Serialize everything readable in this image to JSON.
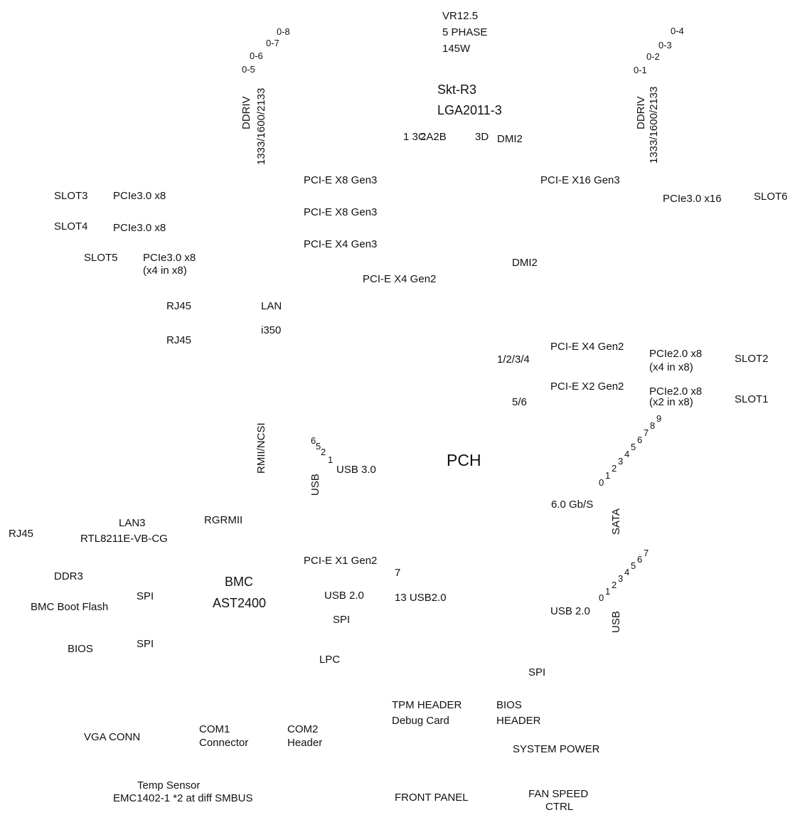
{
  "vr": {
    "line1": "VR12.5",
    "line2": "5 PHASE",
    "line3": "145W"
  },
  "cpu": {
    "socket": "Skt-R3",
    "package": "LGA2011-3"
  },
  "qpi": {
    "label_a": "1 3C",
    "label_b": "2A2B",
    "label_c": "3D",
    "dmi": "DMI2"
  },
  "mem_left": {
    "ch5": "0-5",
    "ch6": "0-6",
    "ch7": "0-7",
    "ch8": "0-8",
    "type": "DDRIV",
    "speed": "1333/1600/2133"
  },
  "mem_right": {
    "ch1": "0-1",
    "ch2": "0-2",
    "ch3": "0-3",
    "ch4": "0-4",
    "type": "DDRIV",
    "speed": "1333/1600/2133"
  },
  "pcie_links": {
    "x8_a": "PCI-E X8 Gen3",
    "x8_b": "PCI-E X8 Gen3",
    "x4_gen3": "PCI-E X4 Gen3",
    "x4_gen2": "PCI-E X4 Gen2",
    "x16": "PCI-E X16 Gen3",
    "dmi2": "DMI2",
    "x4_gen2_pch": "PCI-E X4 Gen2",
    "x2_gen2_pch": "PCI-E X2 Gen2",
    "x1_gen2": "PCI-E X1 Gen2"
  },
  "slots": {
    "slot3": {
      "name": "SLOT3",
      "type": "PCIe3.0 x8"
    },
    "slot4": {
      "name": "SLOT4",
      "type": "PCIe3.0 x8"
    },
    "slot5": {
      "name": "SLOT5",
      "type": "PCIe3.0 x8",
      "note": "(x4 in x8)"
    },
    "slot6": {
      "name": "SLOT6",
      "type": "PCIe3.0 x16"
    },
    "slot2": {
      "name": "SLOT2",
      "type": "PCIe2.0 x8",
      "note": "(x4 in x8)"
    },
    "slot1": {
      "name": "SLOT1",
      "type": "PCIe2.0 x8",
      "note": "(x2 in x8)"
    }
  },
  "lanes": {
    "pch_a": "1/2/3/4",
    "pch_b": "5/6"
  },
  "lan": {
    "rj45_a": "RJ45",
    "rj45_b": "RJ45",
    "title": "LAN",
    "chip": "i350",
    "rmii": "RMII/NCSI"
  },
  "usb3": {
    "n6": "6",
    "n5": "5",
    "n2": "2",
    "n1": "1",
    "label": "USB 3.0",
    "vertical": "USB"
  },
  "pch": {
    "label": "PCH"
  },
  "sata": {
    "nums": [
      "0",
      "1",
      "2",
      "3",
      "4",
      "5",
      "6",
      "7",
      "8",
      "9"
    ],
    "speed": "6.0 Gb/S",
    "vertical": "SATA"
  },
  "usb_right": {
    "nums": [
      "0",
      "1",
      "2",
      "3",
      "4",
      "5",
      "6",
      "7"
    ],
    "label": "USB 2.0",
    "vertical": "USB"
  },
  "lan3": {
    "rj45": "RJ45",
    "title": "LAN3",
    "chip": "RTL8211E-VB-CG",
    "rgrmii": "RGRMII"
  },
  "bmc": {
    "ddr3": "DDR3",
    "boot_flash": "BMC Boot Flash",
    "spi_a": "SPI",
    "bios": "BIOS",
    "spi_b": "SPI",
    "title": "BMC",
    "chip": "AST2400"
  },
  "pch_misc": {
    "usb20": "USB 2.0",
    "spi": "SPI",
    "seven": "7",
    "usb13": "13 USB2.0",
    "lpc": "LPC",
    "spi_right": "SPI"
  },
  "bottom": {
    "tpm": "TPM HEADER",
    "debug": "Debug Card",
    "bios_hdr_1": "BIOS",
    "bios_hdr_2": "HEADER",
    "vga": "VGA CONN",
    "com1_1": "COM1",
    "com1_2": "Connector",
    "com2_1": "COM2",
    "com2_2": "Header",
    "sys_power": "SYSTEM POWER",
    "temp_1": "Temp Sensor",
    "temp_2": "EMC1402-1 *2 at diff SMBUS",
    "front_panel": "FRONT PANEL",
    "fan_1": "FAN SPEED",
    "fan_2": "CTRL"
  }
}
